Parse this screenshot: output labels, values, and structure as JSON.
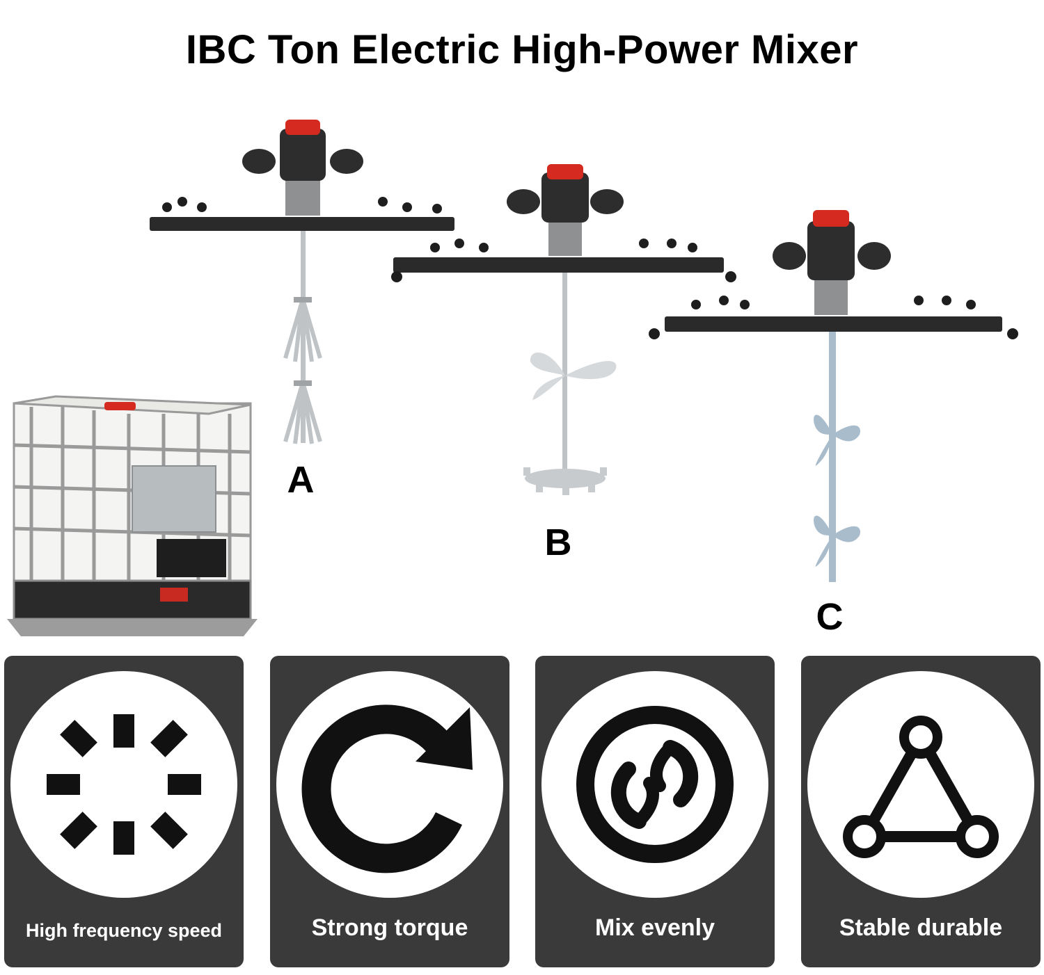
{
  "title": "IBC Ton Electric High-Power Mixer",
  "variants": [
    {
      "label": "A"
    },
    {
      "label": "B"
    },
    {
      "label": "C"
    }
  ],
  "features": [
    {
      "label": "High frequency speed",
      "icon": "speed-dots-icon"
    },
    {
      "label": "Strong torque",
      "icon": "rotate-arrow-icon"
    },
    {
      "label": "Mix evenly",
      "icon": "mix-swirl-icon"
    },
    {
      "label": "Stable durable",
      "icon": "triangle-nodes-icon"
    }
  ],
  "colors": {
    "card": "#3a3a3a",
    "motor_cap": "#d42a20",
    "frame": "#2a2a2a",
    "shaft_steel": "#bfc3c6",
    "blade_blue": "#a9bccb"
  }
}
